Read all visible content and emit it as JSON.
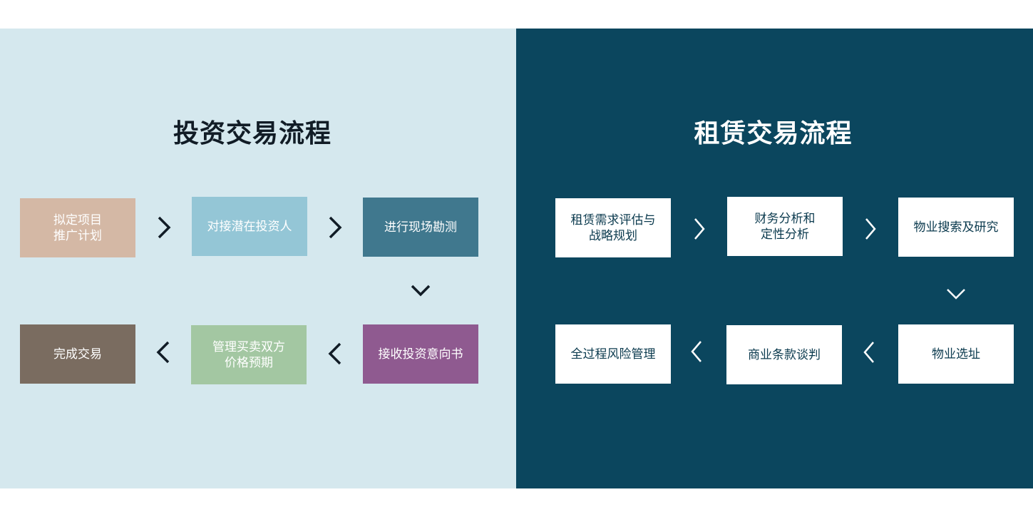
{
  "investment": {
    "title": "投资交易流程",
    "steps": [
      {
        "text": "拟定项目\n推广计划",
        "color": "#d4b8a5"
      },
      {
        "text": "对接潜在投资人",
        "color": "#94c6d6"
      },
      {
        "text": "进行现场勘测",
        "color": "#40788e"
      },
      {
        "text": "接收投资意向书",
        "color": "#8f5a90"
      },
      {
        "text": "管理买卖双方\n价格预期",
        "color": "#a3c7a2"
      },
      {
        "text": "完成交易",
        "color": "#7a6c60"
      }
    ],
    "arrow_color": "#111c26"
  },
  "leasing": {
    "title": "租赁交易流程",
    "steps": [
      {
        "text": "租赁需求评估与\n战略规划"
      },
      {
        "text": "财务分析和\n定性分析"
      },
      {
        "text": "物业搜索及研究"
      },
      {
        "text": "物业选址"
      },
      {
        "text": "商业条款谈判"
      },
      {
        "text": "全过程风险管理"
      }
    ],
    "arrow_color": "#ffffff"
  },
  "colors": {
    "left_background": "#d5e8ee",
    "right_background": "#0b465e"
  }
}
